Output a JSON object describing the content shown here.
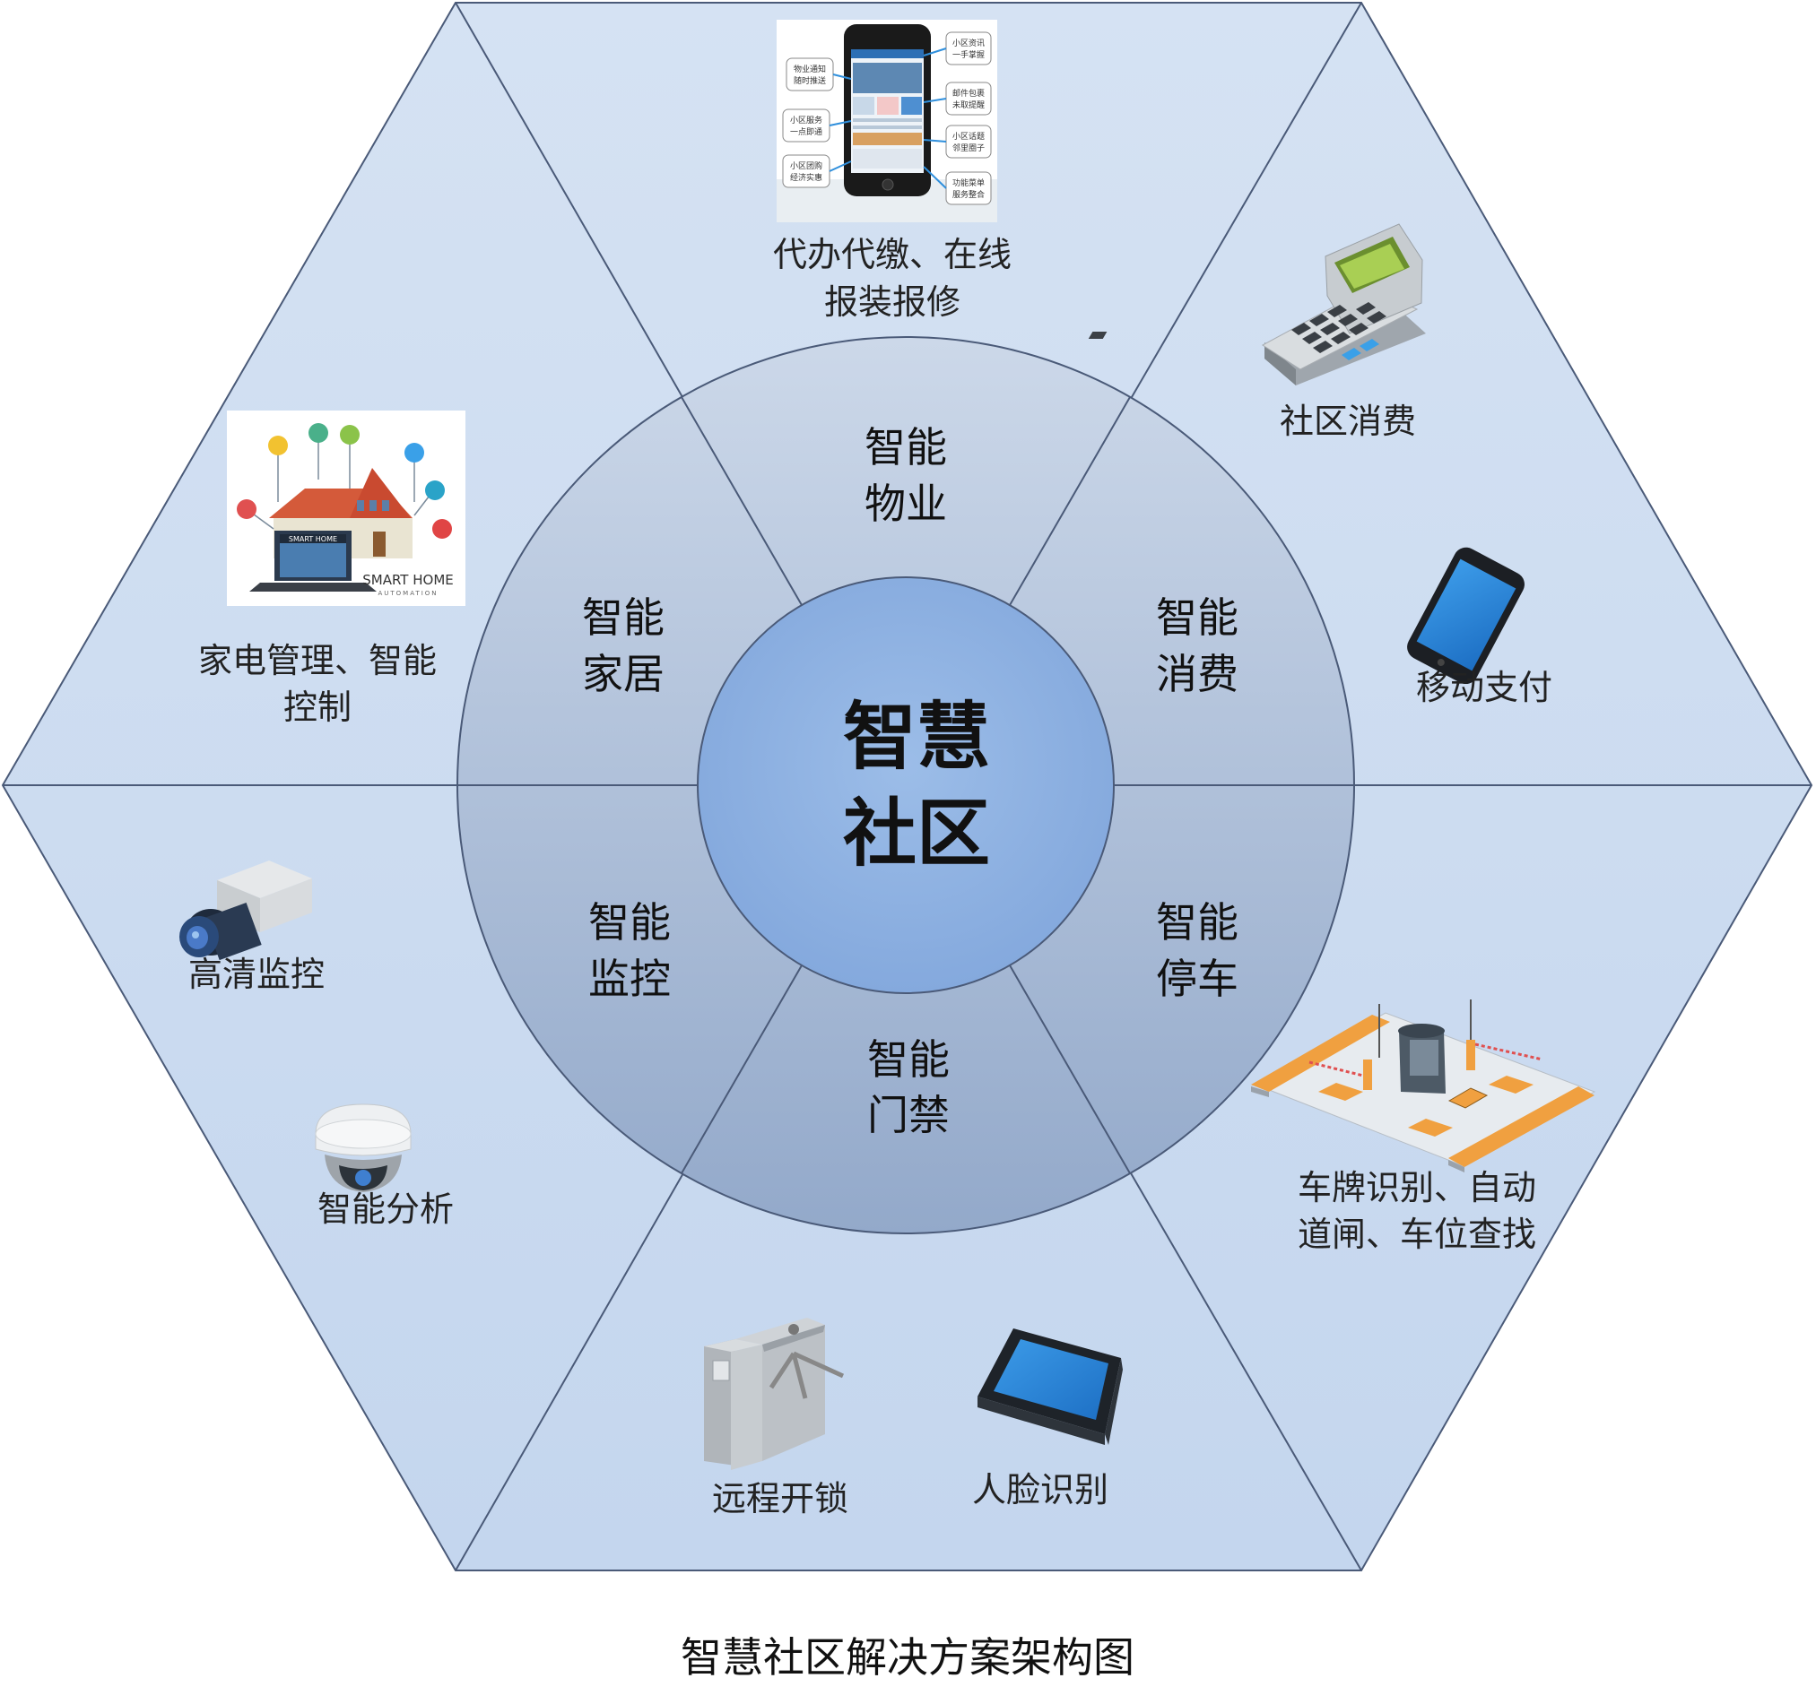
{
  "center": {
    "line1": "智慧",
    "line2": "社区"
  },
  "ring": [
    {
      "id": "property",
      "line1": "智能",
      "line2": "物业"
    },
    {
      "id": "consume",
      "line1": "智能",
      "line2": "消费"
    },
    {
      "id": "parking",
      "line1": "智能",
      "line2": "停车"
    },
    {
      "id": "access",
      "line1": "智能",
      "line2": "门禁"
    },
    {
      "id": "monitor",
      "line1": "智能",
      "line2": "监控"
    },
    {
      "id": "home",
      "line1": "智能",
      "line2": "家居"
    }
  ],
  "outer": {
    "property": {
      "line1": "代办代缴、在线",
      "line2": "报装报修"
    },
    "consume_pos": "社区消费",
    "consume_mobile": "移动支付",
    "parking": {
      "line1": "车牌识别、自动",
      "line2": "道闸、车位查找"
    },
    "access_gate": "远程开锁",
    "access_face": "人脸识别",
    "monitor_hd": "高清监控",
    "monitor_analysis": "智能分析",
    "home": {
      "line1": "家电管理、智能",
      "line2": "控制"
    }
  },
  "phone_callouts": [
    "物业通知",
    "随时推送",
    "小区服务",
    "一点即通",
    "小区团购",
    "经济实惠",
    "小区资讯",
    "一手掌握",
    "邮件包裹",
    "未取提醒",
    "小区话题",
    "邻里圈子",
    "功能菜单",
    "服务整合"
  ],
  "smart_home": {
    "banner": "SMART HOME",
    "logo": "SMART HOME",
    "sub": "AUTOMATION"
  },
  "caption": "智慧社区解决方案架构图",
  "colors": {
    "hex_fill": "#cad9ee",
    "hex_stroke": "#4a5a78",
    "ring_top": "#c6d3e6",
    "ring_bottom": "#9db2d0",
    "center_fill": "#8eb1e0",
    "accent_blue": "#2f7fd8",
    "orange": "#f0a040"
  }
}
